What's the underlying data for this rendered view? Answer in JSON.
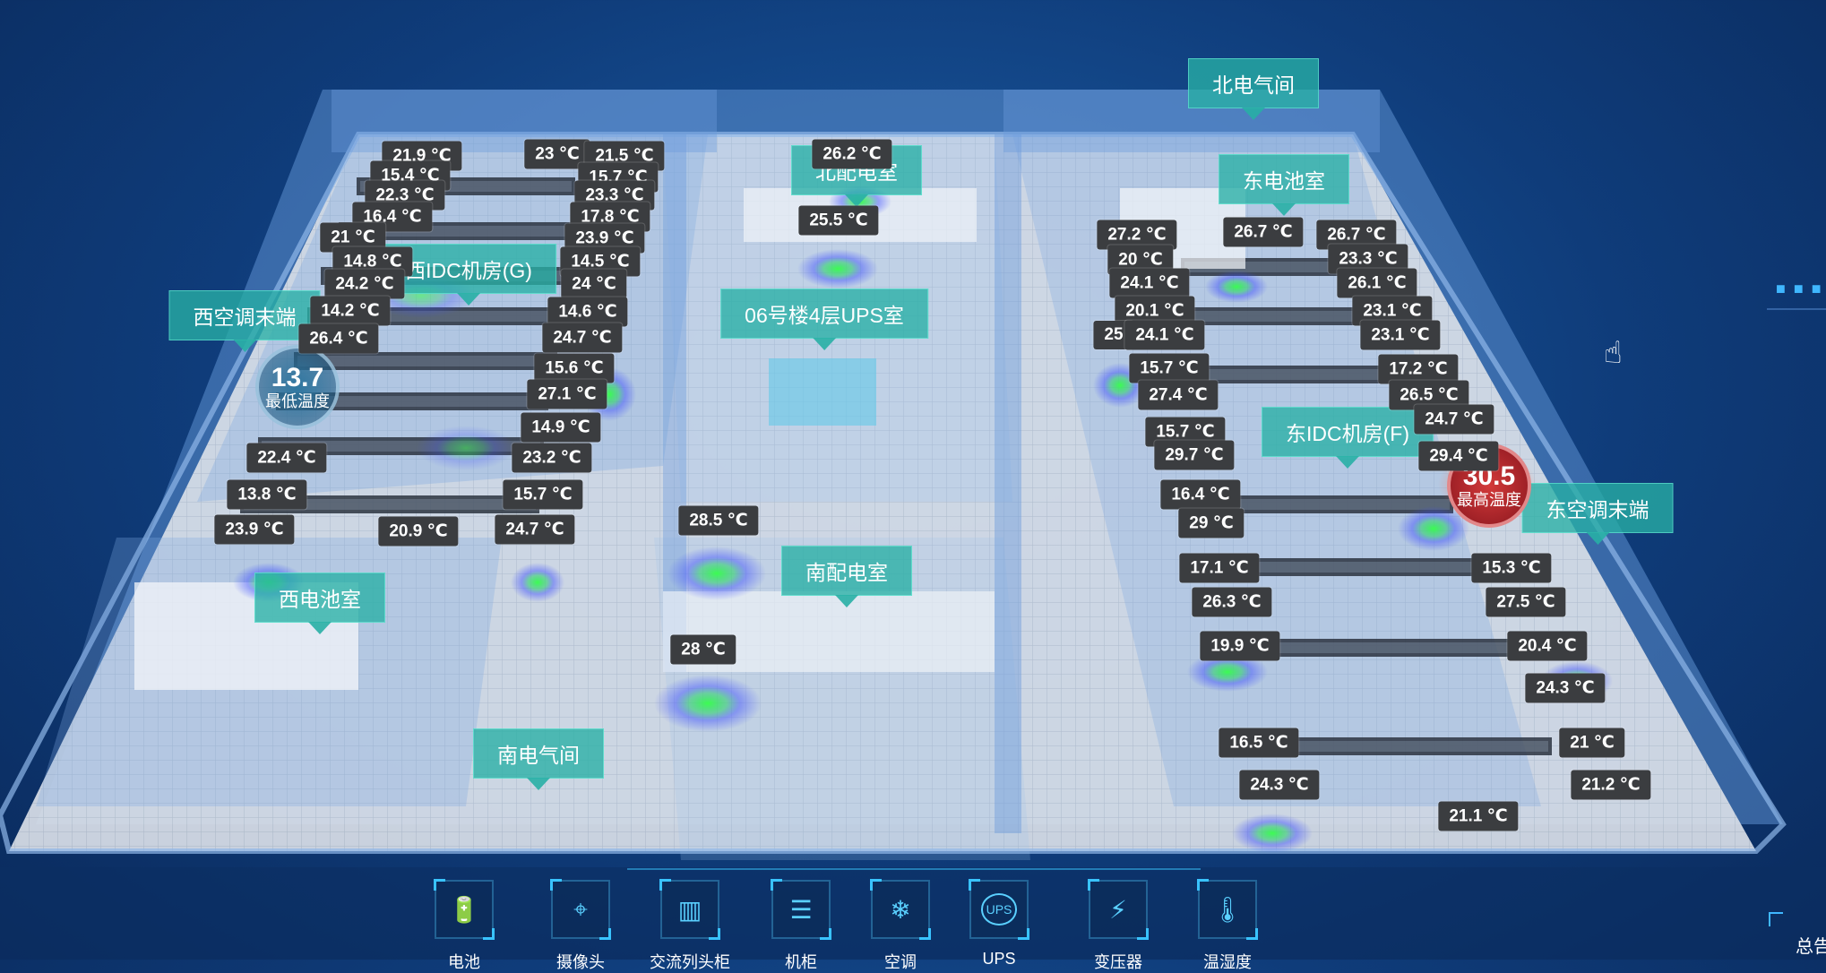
{
  "rooms": {
    "north_electrical": "北电气间",
    "east_battery": "东电池室",
    "north_distribution": "北配电室",
    "west_idc": "西IDC机房(G)",
    "ups_room": "06号楼4层UPS室",
    "west_ac": "西空调末端",
    "east_idc": "东IDC机房(F)",
    "east_ac": "东空调末端",
    "south_distribution": "南配电室",
    "west_battery": "西电池室",
    "south_electrical": "南电气间"
  },
  "min_temp": {
    "value": "13.7",
    "label": "最低温度"
  },
  "max_temp": {
    "value": "30.5",
    "label": "最高温度"
  },
  "temps": {
    "w_r1a": "21.9 ℃",
    "w_r1b": "15.4 ℃",
    "w_r2a": "22.3 ℃",
    "w_r2b": "16.4 ℃",
    "w_r3a": "21 ℃",
    "w_r3b": "14.8 ℃",
    "w_r4a": "24.2 ℃",
    "w_r5a": "14.2 ℃",
    "w_r5b": "26.4 ℃",
    "w_r6a": "22.4 ℃",
    "w_r7a": "13.8 ℃",
    "w_r8a": "23.9 ℃",
    "w_r8b": "20.9 ℃",
    "w_c1a": "23 ℃",
    "w_c1b": "21.5 ℃",
    "w_c2a": "15.7 ℃",
    "w_c2b": "23.3 ℃",
    "w_c3a": "17.8 ℃",
    "w_c3b": "23.9 ℃",
    "w_c4a": "14.5 ℃",
    "w_c4b": "24 ℃",
    "w_c5a": "14.6 ℃",
    "w_c5b": "24.7 ℃",
    "w_c6a": "15.6 ℃",
    "w_c6b": "27.1 ℃",
    "w_c7a": "14.9 ℃",
    "w_c7b": "23.2 ℃",
    "w_c8a": "15.7 ℃",
    "w_c8b": "24.7 ℃",
    "n_dist1": "26.2 ℃",
    "n_dist2": "25.5 ℃",
    "s_dist1": "28.5 ℃",
    "s_dist2": "28 ℃",
    "e_l1": "27.2 ℃",
    "e_l2": "20 ℃",
    "e_l3": "24.1 ℃",
    "e_l4": "20.1 ℃",
    "e_l5a": "25",
    "e_l5b": "24.1 ℃",
    "e_l6": "15.7 ℃",
    "e_l7": "27.4 ℃",
    "e_l8": "15.7 ℃",
    "e_l9": "29.7 ℃",
    "e_l10": "16.4 ℃",
    "e_l11": "29 ℃",
    "e_l12": "17.1 ℃",
    "e_l13": "26.3 ℃",
    "e_l14": "19.9 ℃",
    "e_l15": "16.5 ℃",
    "e_l16": "24.3 ℃",
    "e_m1": "26.7 ℃",
    "e_r1": "26.7 ℃",
    "e_r2": "23.3 ℃",
    "e_r3": "26.1 ℃",
    "e_r4": "23.1 ℃",
    "e_r5": "23.1 ℃",
    "e_r6": "17.2 ℃",
    "e_r7": "26.5 ℃",
    "e_r8": "24.7 ℃",
    "e_r9": "29.4 ℃",
    "e_r10": "15.3 ℃",
    "e_r11": "27.5 ℃",
    "e_r12": "20.4 ℃",
    "e_r13": "24.3 ℃",
    "e_r14": "21 ℃",
    "e_r15": "21.2 ℃",
    "e_r16": "21.1 ℃"
  },
  "toolbar": {
    "items": [
      {
        "label": "电池",
        "icon": "battery-icon"
      },
      {
        "label": "摄像头",
        "icon": "camera-icon"
      },
      {
        "label": "交流列头柜",
        "icon": "cabinet-icon"
      },
      {
        "label": "机柜",
        "icon": "server-rack-icon"
      },
      {
        "label": "空调",
        "icon": "snowflake-icon"
      },
      {
        "label": "UPS",
        "icon": "ups-icon"
      },
      {
        "label": "变压器",
        "icon": "transformer-icon"
      },
      {
        "label": "温湿度",
        "icon": "thermometer-icon"
      }
    ]
  },
  "corner_text": "总告"
}
